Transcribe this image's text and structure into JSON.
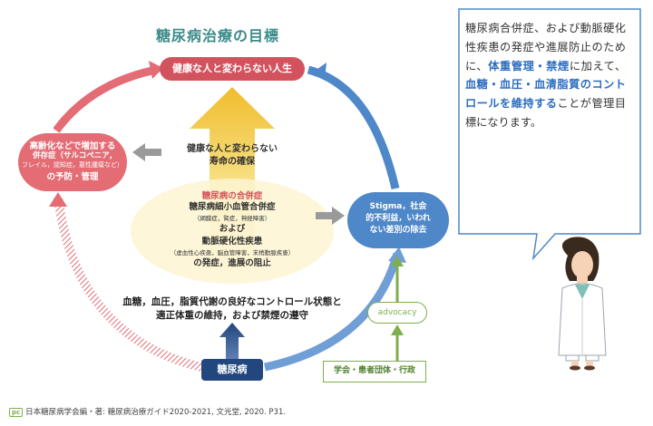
{
  "title": "糖尿病治療の目標",
  "nodes": {
    "goal": "健康な人と変わらない人生",
    "left_line1": "高齢化などで増加する",
    "left_line2": "併存症（サルコペニア,",
    "left_line3": "フレイル，認知症，悪性腫瘍など）",
    "left_line4": "の予防・管理",
    "right_line1": "Stigma，社会",
    "right_line2": "的不利益，いわれ",
    "right_line3": "ない差別の除去",
    "bottom": "糖尿病"
  },
  "center": {
    "healthy_line1": "健康な人と変わらない",
    "healthy_line2": "寿命の確保",
    "comp_title": "糖尿病の合併症",
    "comp_line1": "糖尿病細小血管合併症",
    "comp_sub1": "（網膜症，腎症，神経障害）",
    "comp_line2": "および",
    "comp_line3": "動脈硬化性疾患",
    "comp_sub2": "（虚血性心疾患，脳血管障害，末梢動脈疾患）",
    "comp_line4": "の発症，進展の阻止"
  },
  "control": {
    "line1": "血糖，血圧，脂質代謝の良好なコントロール状態と",
    "line2": "適正体重の維持，および禁煙の遵守"
  },
  "advocacy": "advocacy",
  "society": "学会・患者団体・行政",
  "callout": {
    "p1": "糖尿病合併症、および動脈硬化性疾患の発症や進展防止のために、",
    "h1": "体重管理・禁煙",
    "p2": "に加えて、",
    "h2": "血糖・血圧・血清脂質のコントロールを維持する",
    "p3": "ことが管理目標になります。"
  },
  "citation": {
    "logo": "pc",
    "text": "日本糖尿病学会編・著: 糖尿病治療ガイド2020-2021, 文光堂, 2020. P31."
  },
  "colors": {
    "goal_red": "#d2535e",
    "left_pink": "#e46c75",
    "right_blue": "#4f88c8",
    "bottom_navy": "#22477e",
    "arrow_yellow": "#f0bd2e",
    "advocacy_green": "#7fae4e",
    "highlight_blue": "#2d6cc0",
    "title_teal": "#3d8a8a"
  },
  "icons": [
    "doctor-figure-icon",
    "double-arrow-left-icon",
    "double-arrow-right-icon"
  ]
}
